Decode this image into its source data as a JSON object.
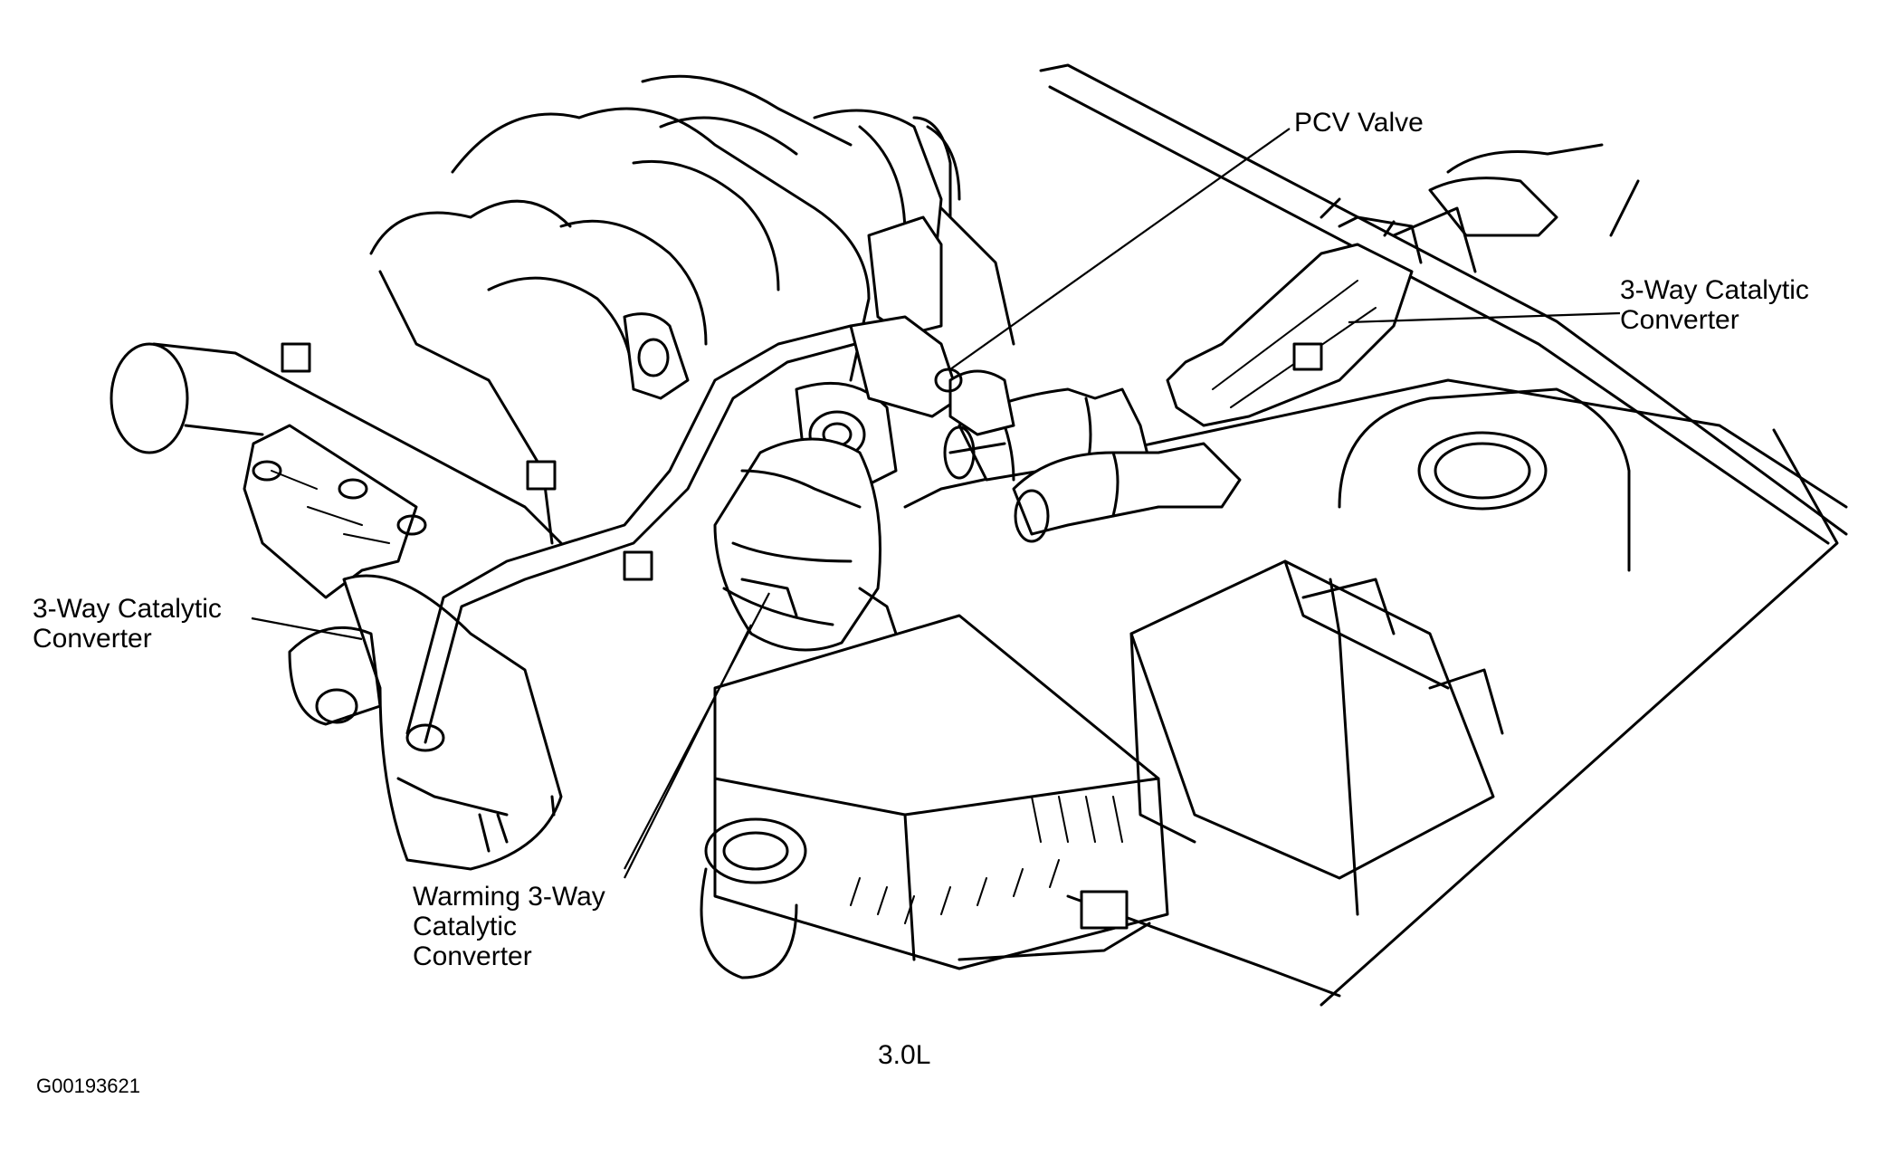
{
  "labels": {
    "pcv_valve": "PCV Valve",
    "cat_right_line1": "3-Way Catalytic",
    "cat_right_line2": "Converter",
    "cat_left_line1": "3-Way Catalytic",
    "cat_left_line2": "Converter",
    "warming_line1": "Warming 3-Way",
    "warming_line2": "Catalytic",
    "warming_line3": "Converter",
    "engine": "3.0L",
    "figure_id": "G00193621"
  }
}
